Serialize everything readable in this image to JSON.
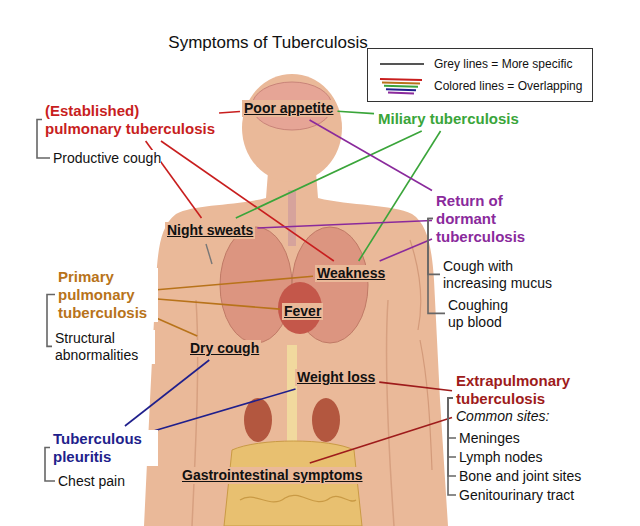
{
  "diagram": {
    "title": "Symptoms of Tuberculosis",
    "nodes": [
      {
        "text": [
          "Poor appetite"
        ]
      },
      {
        "text": [
          "(Established) pulmonary tuberculosis"
        ]
      },
      {
        "text": [
          "Miliary tuberculosis"
        ]
      },
      {
        "text": [
          "Productive cough"
        ]
      },
      {
        "text": [
          "Return of dormant tuberculosis"
        ]
      },
      {
        "text": [
          "Night sweats"
        ]
      },
      {
        "text": [
          "Cough with increasing mucus"
        ]
      },
      {
        "text": [
          "Weakness"
        ]
      },
      {
        "text": [
          "Primary pulmonary tuberculosis"
        ]
      },
      {
        "text": [
          "Coughing up blood"
        ]
      },
      {
        "text": [
          "Fever"
        ]
      },
      {
        "text": [
          "Structural abnormalities"
        ]
      },
      {
        "text": [
          "Dry cough"
        ]
      },
      {
        "text": [
          "Weight loss"
        ]
      },
      {
        "text": [
          "Extrapulmonary tuberculosis",
          "Common sites:"
        ]
      },
      {
        "text": [
          "Tuberculous pleuritis"
        ]
      },
      {
        "text": [
          "Meninges"
        ]
      },
      {
        "text": [
          "Lymph nodes"
        ]
      },
      {
        "text": [
          "Bone and joint sites"
        ]
      },
      {
        "text": [
          "Genitourinary tract"
        ]
      },
      {
        "text": [
          "Gastrointestinal symptoms"
        ]
      },
      {
        "text": [
          "Chest pain"
        ]
      }
    ],
    "edges": [
      {
        "from": 1,
        "to": 3,
        "arrow": "none"
      },
      {
        "from": 1,
        "to": 0,
        "arrow": "none"
      },
      {
        "from": 1,
        "to": 5,
        "arrow": "none"
      },
      {
        "from": 1,
        "to": 7,
        "arrow": "none"
      },
      {
        "from": 2,
        "to": 0,
        "arrow": "none"
      },
      {
        "from": 2,
        "to": 5,
        "arrow": "none"
      },
      {
        "from": 2,
        "to": 7,
        "arrow": "none"
      },
      {
        "from": 4,
        "to": 0,
        "arrow": "none"
      },
      {
        "from": 4,
        "to": 5,
        "arrow": "none"
      },
      {
        "from": 4,
        "to": 7,
        "arrow": "none"
      },
      {
        "from": 4,
        "to": 6,
        "arrow": "none"
      },
      {
        "from": 4,
        "to": 9,
        "arrow": "none"
      },
      {
        "from": 8,
        "to": 7,
        "arrow": "none"
      },
      {
        "from": 8,
        "to": 10,
        "arrow": "none"
      },
      {
        "from": 8,
        "to": 12,
        "arrow": "none"
      },
      {
        "from": 8,
        "to": 11,
        "arrow": "none"
      },
      {
        "from": 14,
        "to": 13,
        "arrow": "none"
      },
      {
        "from": 14,
        "to": 20,
        "arrow": "none"
      },
      {
        "from": 14,
        "to": 16,
        "arrow": "none"
      },
      {
        "from": 14,
        "to": 17,
        "arrow": "none"
      },
      {
        "from": 14,
        "to": 18,
        "arrow": "none"
      },
      {
        "from": 14,
        "to": 19,
        "arrow": "none"
      },
      {
        "from": 15,
        "to": 12,
        "arrow": "none"
      },
      {
        "from": 15,
        "to": 13,
        "arrow": "none"
      },
      {
        "from": 15,
        "to": 21,
        "arrow": "none"
      }
    ],
    "legend": [
      {
        "text": "Grey lines = More specific"
      },
      {
        "text": "Colored lines = Overlapping"
      }
    ]
  }
}
